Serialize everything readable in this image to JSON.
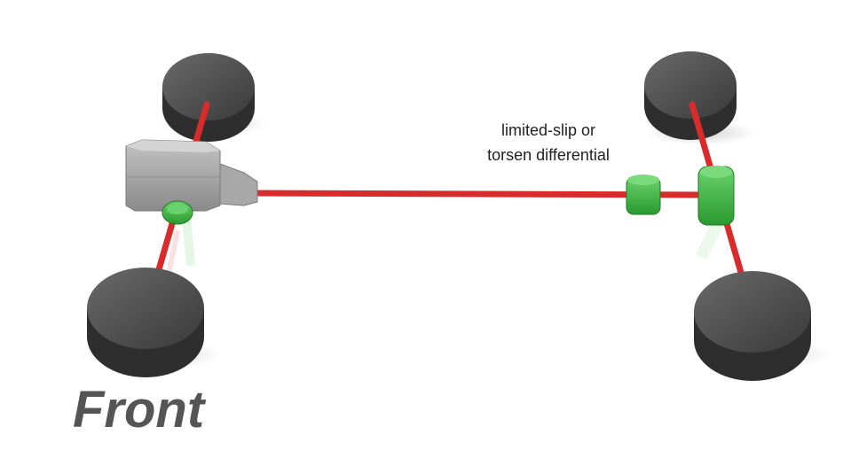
{
  "diagram": {
    "differential_label_line1": "limited-slip or",
    "differential_label_line2": "torsen differential",
    "front_label": "Front"
  },
  "colors": {
    "shaft": "#d82c2c",
    "wheel": "#3c3c3c",
    "differential": "#34b43a",
    "engine": "#9a9a9a"
  }
}
